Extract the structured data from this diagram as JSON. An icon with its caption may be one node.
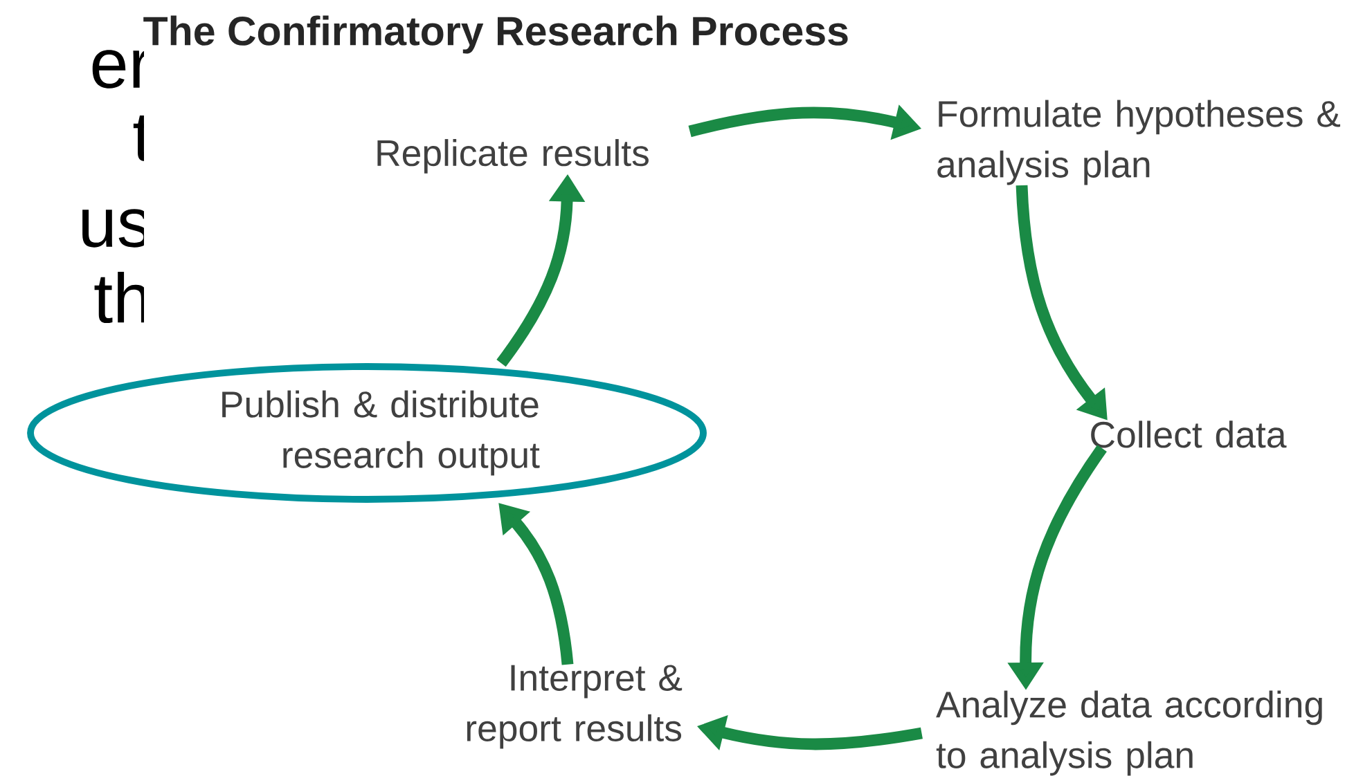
{
  "diagram": {
    "title": "The Confirmatory Research Process",
    "nodes": [
      {
        "text": [
          "Replicate results"
        ]
      },
      {
        "text": [
          "Formulate hypotheses & analysis plan"
        ]
      },
      {
        "text": [
          "Collect data"
        ]
      },
      {
        "text": [
          "Analyze data according to analysis plan"
        ]
      },
      {
        "text": [
          "Interpret & report results"
        ]
      },
      {
        "text": [
          "Publish & distribute research output"
        ]
      }
    ],
    "edges": [
      {
        "from": 0,
        "to": 1,
        "arrow": "to"
      },
      {
        "from": 1,
        "to": 2,
        "arrow": "to"
      },
      {
        "from": 2,
        "to": 3,
        "arrow": "to"
      },
      {
        "from": 3,
        "to": 4,
        "arrow": "to"
      },
      {
        "from": 4,
        "to": 5,
        "arrow": "to"
      },
      {
        "from": 5,
        "to": 0,
        "arrow": "to"
      }
    ],
    "labels": [
      "er",
      "t",
      "us",
      "th"
    ]
  }
}
